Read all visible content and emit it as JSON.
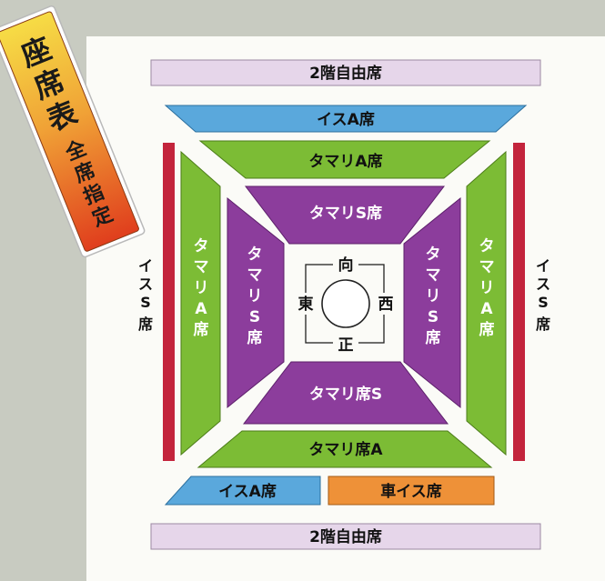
{
  "badge": {
    "title_chars": [
      "座",
      "席",
      "表"
    ],
    "subtitle_chars": [
      "全",
      "席",
      "指",
      "定"
    ]
  },
  "seats": {
    "top_balcony": "2階自由席",
    "bottom_balcony": "2階自由席",
    "isu_a_top": "イスA席",
    "isu_a_bottom": "イスA席",
    "wheelchair": "車イス席",
    "tamari_a_top": "タマリA席",
    "tamari_a_bottom": "タマリ席A",
    "tamari_s_top": "タマリS席",
    "tamari_s_bottom": "タマリ席S",
    "tamari_a_left_chars": [
      "タ",
      "マ",
      "リ",
      "A",
      "席"
    ],
    "tamari_a_right_chars": [
      "タ",
      "マ",
      "リ",
      "A",
      "席"
    ],
    "tamari_s_left_chars": [
      "タ",
      "マ",
      "リ",
      "S",
      "席"
    ],
    "tamari_s_right_chars": [
      "タ",
      "マ",
      "リ",
      "S",
      "席"
    ],
    "isu_s_left_chars": [
      "イ",
      "ス",
      "S",
      "席"
    ],
    "isu_s_right_chars": [
      "イ",
      "ス",
      "S",
      "席"
    ]
  },
  "ring": {
    "north": "向",
    "south": "正",
    "east": "東",
    "west": "西"
  },
  "colors": {
    "balcony": "#e6d6ea",
    "isu_a": "#5aa8dc",
    "wheelchair": "#ee9138",
    "tamari_a": "#7cbc35",
    "tamari_s": "#8c3d9c",
    "isu_s": "#c3243c",
    "badge_top": "#f5d23c",
    "badge_bottom": "#e2431c"
  }
}
